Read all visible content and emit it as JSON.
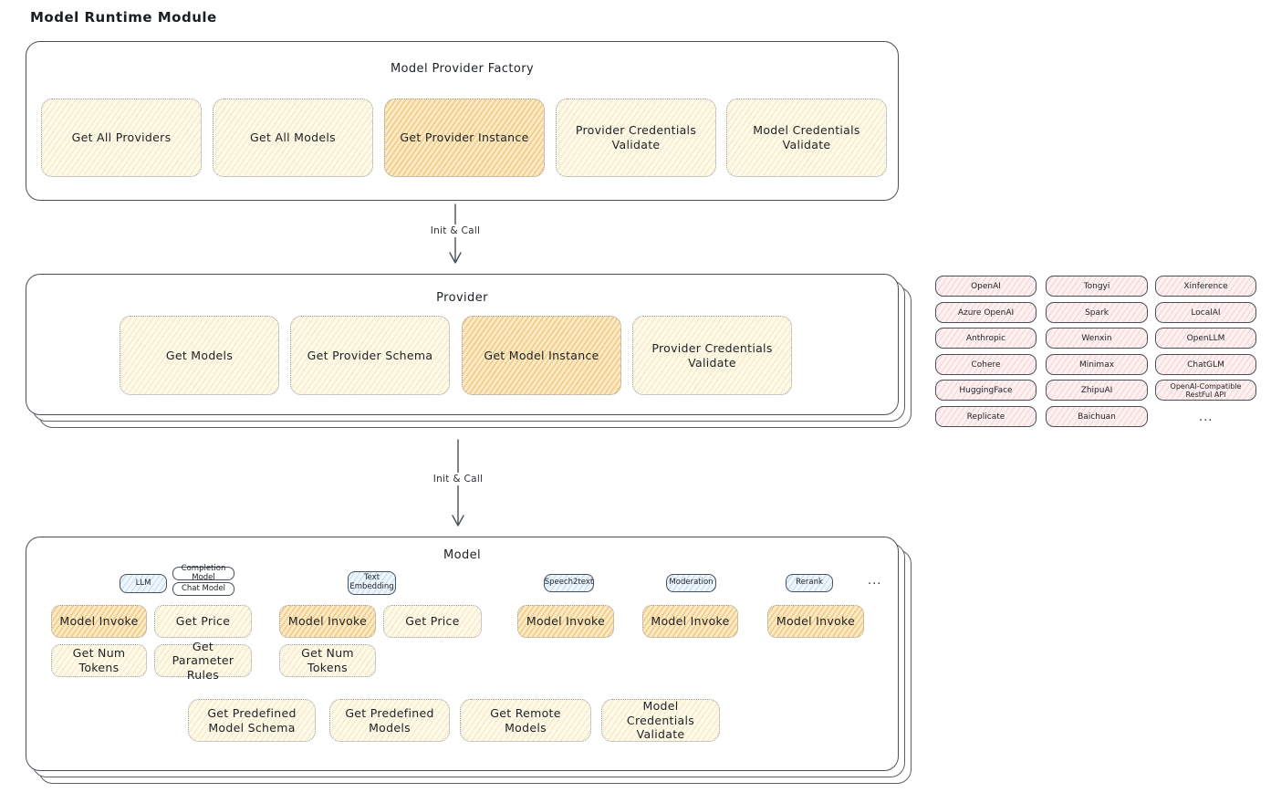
{
  "title": "Model Runtime Module",
  "colors": {
    "op_yellow": "#fdf9e8",
    "op_yellow_highlight": "#faeac6",
    "provider_pink": "#fdf0f0",
    "model_type_blue": "#eef6fc",
    "ink": "#23272b"
  },
  "factory": {
    "title": "Model Provider Factory",
    "buttons": [
      {
        "label": "Get All Providers",
        "highlighted": false
      },
      {
        "label": "Get All Models",
        "highlighted": false
      },
      {
        "label": "Get Provider Instance",
        "highlighted": true
      },
      {
        "label": "Provider Credentials Validate",
        "highlighted": false
      },
      {
        "label": "Model Credentials Validate",
        "highlighted": false
      }
    ]
  },
  "arrows": {
    "init_call_1": "Init & Call",
    "init_call_2": "Init & Call"
  },
  "provider": {
    "title": "Provider",
    "buttons": [
      {
        "label": "Get Models",
        "highlighted": false
      },
      {
        "label": "Get Provider Schema",
        "highlighted": false
      },
      {
        "label": "Get Model Instance",
        "highlighted": true
      },
      {
        "label": "Provider Credentials Validate",
        "highlighted": false
      }
    ]
  },
  "model": {
    "title": "Model",
    "types": {
      "llm": "LLM",
      "completion_model": "Completion Model",
      "chat_model": "Chat Model",
      "text_embedding": "Text Embedding",
      "speech2text": "Speech2text",
      "moderation": "Moderation",
      "rerank": "Rerank",
      "more": "..."
    },
    "ops": {
      "llm": [
        "Model Invoke",
        "Get Price",
        "Get Num Tokens",
        "Get Parameter Rules"
      ],
      "text_embedding": [
        "Model Invoke",
        "Get Price",
        "Get Num Tokens"
      ],
      "speech2text": [
        "Model Invoke"
      ],
      "moderation": [
        "Model Invoke"
      ],
      "rerank": [
        "Model Invoke"
      ]
    },
    "bottom_ops": [
      "Get Predefined Model Schema",
      "Get Predefined Models",
      "Get Remote Models",
      "Model Credentials Validate"
    ]
  },
  "providers_grid": {
    "rows": [
      [
        "OpenAI",
        "Tongyi",
        "Xinference"
      ],
      [
        "Azure OpenAI",
        "Spark",
        "LocalAI"
      ],
      [
        "Anthropic",
        "Wenxin",
        "OpenLLM"
      ],
      [
        "Cohere",
        "Minimax",
        "ChatGLM"
      ],
      [
        "HuggingFace",
        "ZhipuAI",
        "OpenAI-Compatible RestFul API"
      ],
      [
        "Replicate",
        "Baichuan"
      ]
    ],
    "more": "..."
  }
}
